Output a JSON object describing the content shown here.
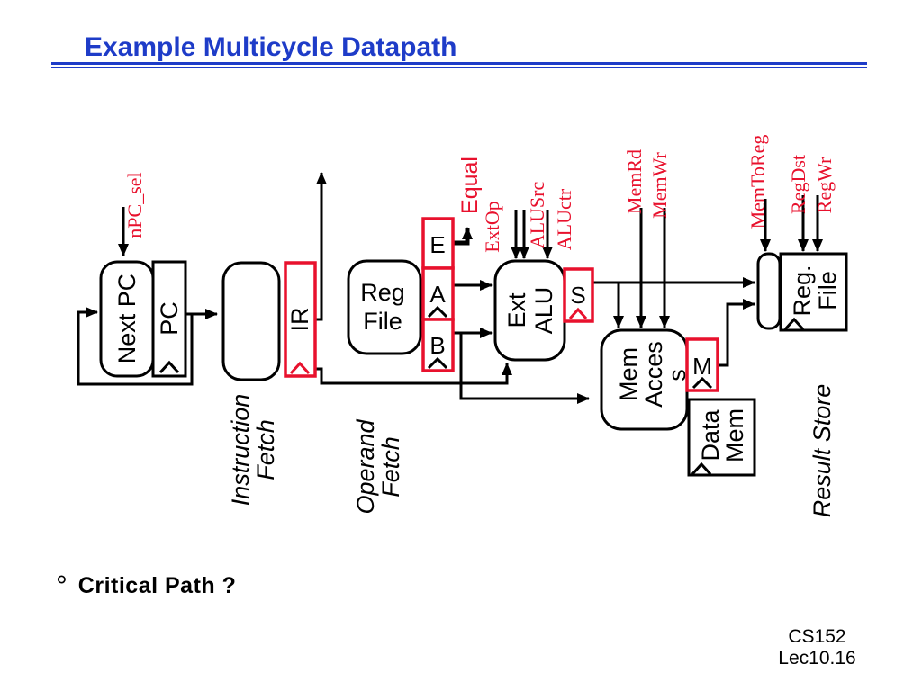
{
  "slide": {
    "title": "Example Multicycle Datapath",
    "bullet": {
      "marker": "°",
      "text": "Critical Path ?"
    },
    "footer": {
      "line1": "CS152",
      "line2": "Lec10.16"
    }
  },
  "colors": {
    "title_blue": "#1e3cc8",
    "signal_red": "#e8112d",
    "ink_black": "#000000",
    "background": "#ffffff"
  },
  "blocks": {
    "next_pc": "Next PC",
    "pc": "PC",
    "ir": "IR",
    "reg_file": {
      "line1": "Reg",
      "line2": "File"
    },
    "e_reg": "E",
    "a_reg": "A",
    "b_reg": "B",
    "ext_alu": {
      "line1": "Ext",
      "line2": "ALU"
    },
    "s_reg": "S",
    "mem_access": {
      "line1": "Mem",
      "line2": "Acces",
      "line3": "s"
    },
    "m_reg": "M",
    "data_mem": {
      "line1": "Data",
      "line2": "Mem"
    },
    "reg_file_wb": {
      "line1": "Reg.",
      "line2": "File"
    }
  },
  "signals": {
    "npc_sel": "nPC_sel",
    "equal": "Equal",
    "extop": "ExtOp",
    "alusrc": "ALUSrc",
    "aluctr": "ALUctr",
    "memrd": "MemRd",
    "memwr": "MemWr",
    "memtoreg": "MemToReg",
    "regdst": "RegDst",
    "regwr": "RegWr"
  },
  "stages": {
    "instruction_fetch": {
      "line1": "Instruction",
      "line2": "Fetch"
    },
    "operand_fetch": {
      "line1": "Operand",
      "line2": "Fetch"
    },
    "result_store": "Result Store"
  }
}
